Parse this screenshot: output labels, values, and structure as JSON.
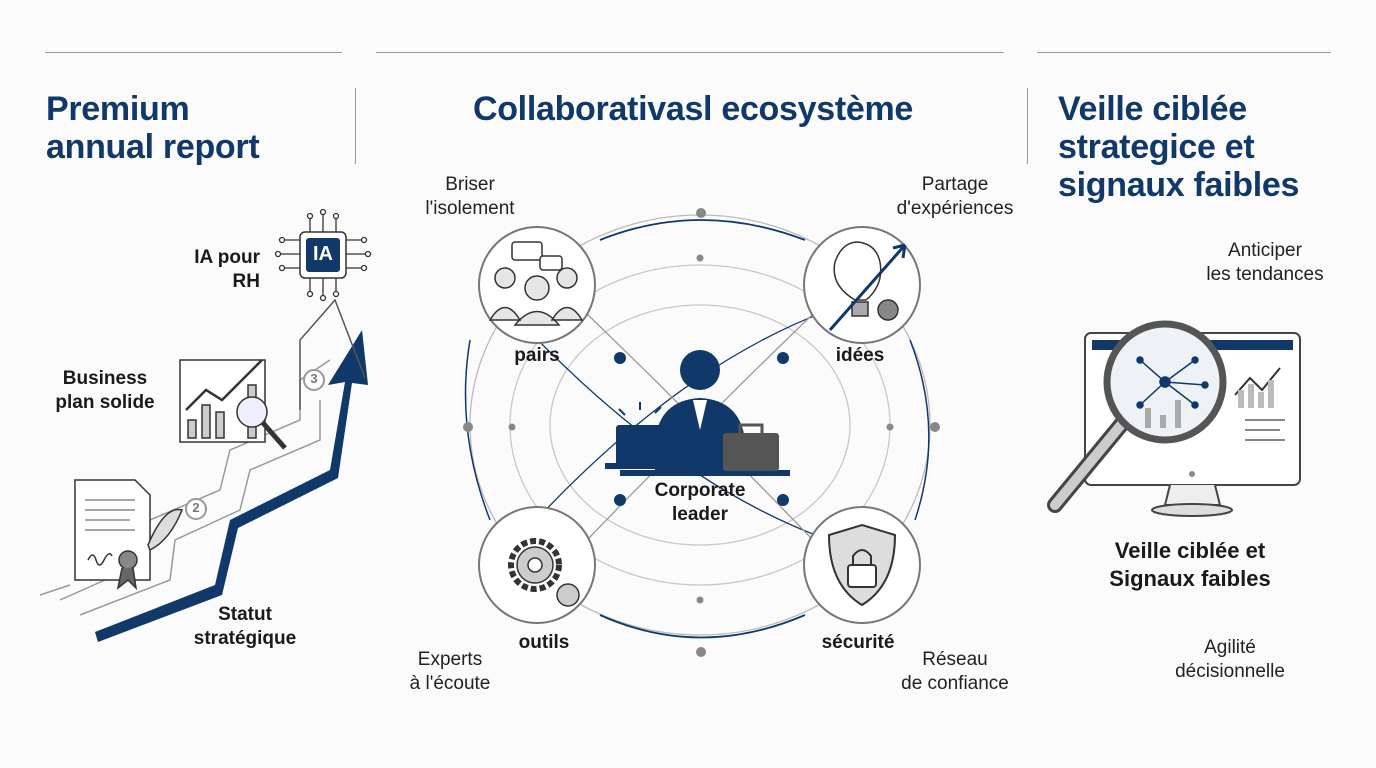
{
  "colors": {
    "navy": "#10396a",
    "grey": "#8a8a8a",
    "background": "#fbfbfb"
  },
  "left": {
    "title": [
      "Premium",
      "annual report"
    ],
    "chip_text": "IA",
    "ia_label": [
      "IA pour",
      "RH"
    ],
    "business_label": [
      "Business",
      "plan solide"
    ],
    "status_label": [
      "Statut",
      "stratégique"
    ],
    "steps": [
      "2",
      "3"
    ]
  },
  "center": {
    "title": "Collaborativasl ecosystème",
    "nodes": [
      {
        "label": "pairs",
        "outer": [
          "Briser",
          "l'isolement"
        ],
        "icon": "people-chat-icon"
      },
      {
        "label": "idées",
        "outer": [
          "Partage",
          "d'expériences"
        ],
        "icon": "lightbulb-icon"
      },
      {
        "label": "outils",
        "outer": [
          "Experts",
          "à l'écoute"
        ],
        "icon": "gears-icon"
      },
      {
        "label": "sécurité",
        "outer": [
          "Réseau",
          "de confiance"
        ],
        "icon": "shield-lock-icon"
      }
    ],
    "hub_label": [
      "Corporate",
      "leader"
    ]
  },
  "right": {
    "title": [
      "Veille ciblée",
      "strategice et",
      "signaux faibles"
    ],
    "top_label": [
      "Anticiper",
      "les tendances"
    ],
    "main_label": [
      "Veille ciblée et",
      "Signaux faibles"
    ],
    "bottom_label": [
      "Agilité",
      "décisionnelle"
    ]
  }
}
